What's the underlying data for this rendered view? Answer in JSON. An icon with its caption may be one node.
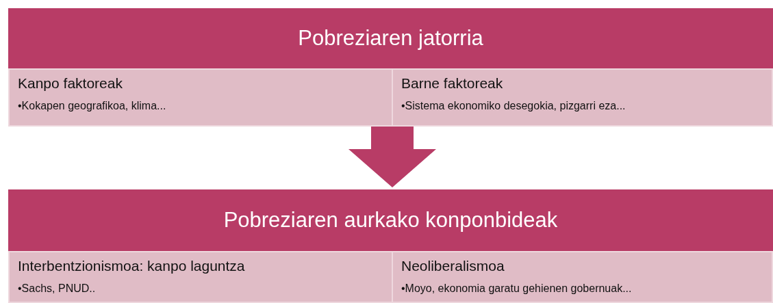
{
  "diagram": {
    "nodes": [
      {
        "text": [
          "Pobreziaren jatorria"
        ]
      },
      {
        "text": [
          "Kanpo faktoreak",
          "•Kokapen geografikoa, klima..."
        ],
        "in": 0
      },
      {
        "text": [
          "Barne faktoreak",
          "•Sistema ekonomiko desegokia, pizgarri eza..."
        ],
        "in": 0
      },
      {
        "text": [
          "Pobreziaren aurkako konponbideak"
        ]
      },
      {
        "text": [
          "Interbentzionismoa: kanpo laguntza",
          "•Sachs, PNUD.."
        ],
        "in": 3
      },
      {
        "text": [
          "Neoliberalismoa",
          "•Moyo, ekonomia garatu gehienen gobernuak..."
        ],
        "in": 3
      }
    ],
    "edges": [
      {
        "from": 0,
        "to": 3,
        "arrow": "to"
      }
    ]
  }
}
